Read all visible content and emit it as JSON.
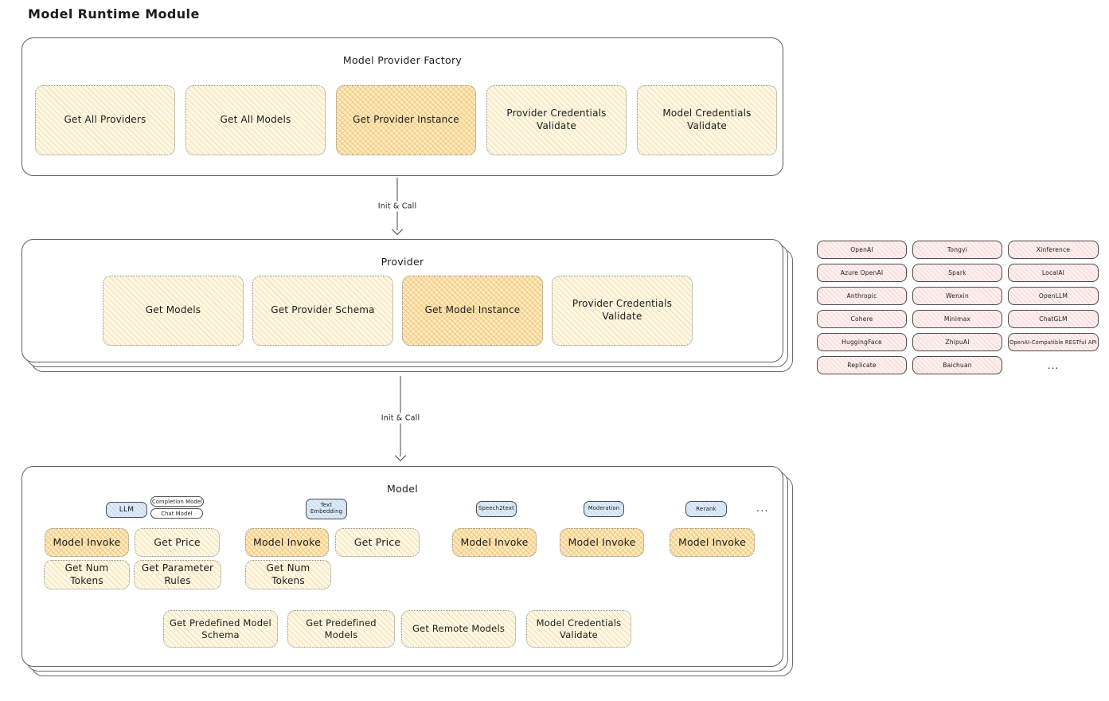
{
  "title": "Model Runtime Module",
  "factory": {
    "title": "Model Provider Factory",
    "items": [
      {
        "label": "Get All Providers",
        "highlight": false
      },
      {
        "label": "Get All Models",
        "highlight": false
      },
      {
        "label": "Get Provider Instance",
        "highlight": true
      },
      {
        "label": "Provider Credentials Validate",
        "highlight": false
      },
      {
        "label": "Model Credentials Validate",
        "highlight": false
      }
    ]
  },
  "arrows": {
    "top": {
      "label": "Init & Call"
    },
    "bottom": {
      "label": "Init & Call"
    }
  },
  "provider": {
    "title": "Provider",
    "items": [
      {
        "label": "Get Models",
        "highlight": false
      },
      {
        "label": "Get Provider Schema",
        "highlight": false
      },
      {
        "label": "Get Model Instance",
        "highlight": true
      },
      {
        "label": "Provider Credentials Validate",
        "highlight": false
      }
    ]
  },
  "providers_list": {
    "items": [
      "OpenAI",
      "Tongyi",
      "Xinference",
      "Azure OpenAI",
      "Spark",
      "LocalAI",
      "Anthropic",
      "Wenxin",
      "OpenLLM",
      "Cohere",
      "Minimax",
      "ChatGLM",
      "HuggingFace",
      "ZhipuAI",
      "OpenAI-Compatible RESTful API",
      "Replicate",
      "Baichuan"
    ],
    "more": "..."
  },
  "model": {
    "title": "Model",
    "tabs": {
      "llm": "LLM",
      "completion": "Completion Model",
      "chat": "Chat Model",
      "text_embedding": "Text Embedding",
      "speech2text": "Speech2text",
      "moderation": "Moderation",
      "rerank": "Rerank",
      "more": "..."
    },
    "ops": {
      "model_invoke": "Model Invoke",
      "get_price": "Get Price",
      "get_num_tokens": "Get Num Tokens",
      "get_parameter_rules": "Get Parameter Rules",
      "get_predefined_model_schema": "Get Predefined Model Schema",
      "get_predefined_models": "Get Predefined Models",
      "get_remote_models": "Get Remote Models",
      "model_credentials_validate": "Model Credentials Validate"
    }
  },
  "colors": {
    "op_bg": "#fdf8e6",
    "op_hatch": "#e8c16a",
    "highlight_bg": "#fbebc3",
    "highlight_hatch": "#f2a632",
    "provider_chip_bg": "#fdf0ef",
    "provider_chip_hatch": "#e48a8a",
    "tab_bg": "#dcebf8",
    "container_border": "#5f5f5f",
    "dotted_border": "#8f8f8f"
  }
}
